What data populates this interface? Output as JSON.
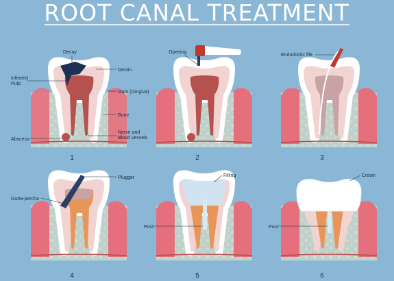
{
  "title": "ROOT CANAL TREATMENT",
  "steps": [
    {
      "number": "1",
      "labels": {
        "decay": "Decay",
        "dentin": "Dentin",
        "infected_pulp": "Infected\nPulp",
        "gum": "Gum (Gingiva)",
        "bone": "Bone",
        "nerve": "Nerve and\nBlood vessels",
        "abscess": "Abscess"
      }
    },
    {
      "number": "2",
      "labels": {
        "opening": "Opening"
      }
    },
    {
      "number": "3",
      "labels": {
        "file": "Endodontic file"
      }
    },
    {
      "number": "4",
      "labels": {
        "plugger": "Plugger",
        "gutta": "Gutta-percha"
      }
    },
    {
      "number": "5",
      "labels": {
        "filling": "Filling",
        "post": "Post"
      }
    },
    {
      "number": "6",
      "labels": {
        "crown": "Crown",
        "post": "Post"
      }
    }
  ],
  "colors": {
    "background": "#8bb7d6",
    "bone": "#e9e7c9",
    "bone_dots": "#cfd0a8",
    "gum": "#e56f7c",
    "enamel": "#ffffff",
    "dentin": "#f1d3d2",
    "pulp_infected": "#b5514f",
    "pulp_clean": "#c9a2a4",
    "gutta_percha": "#e8955a",
    "filling": "#cfe3f0",
    "instrument": "#2c3e66",
    "instrument_red": "#c0392b"
  }
}
